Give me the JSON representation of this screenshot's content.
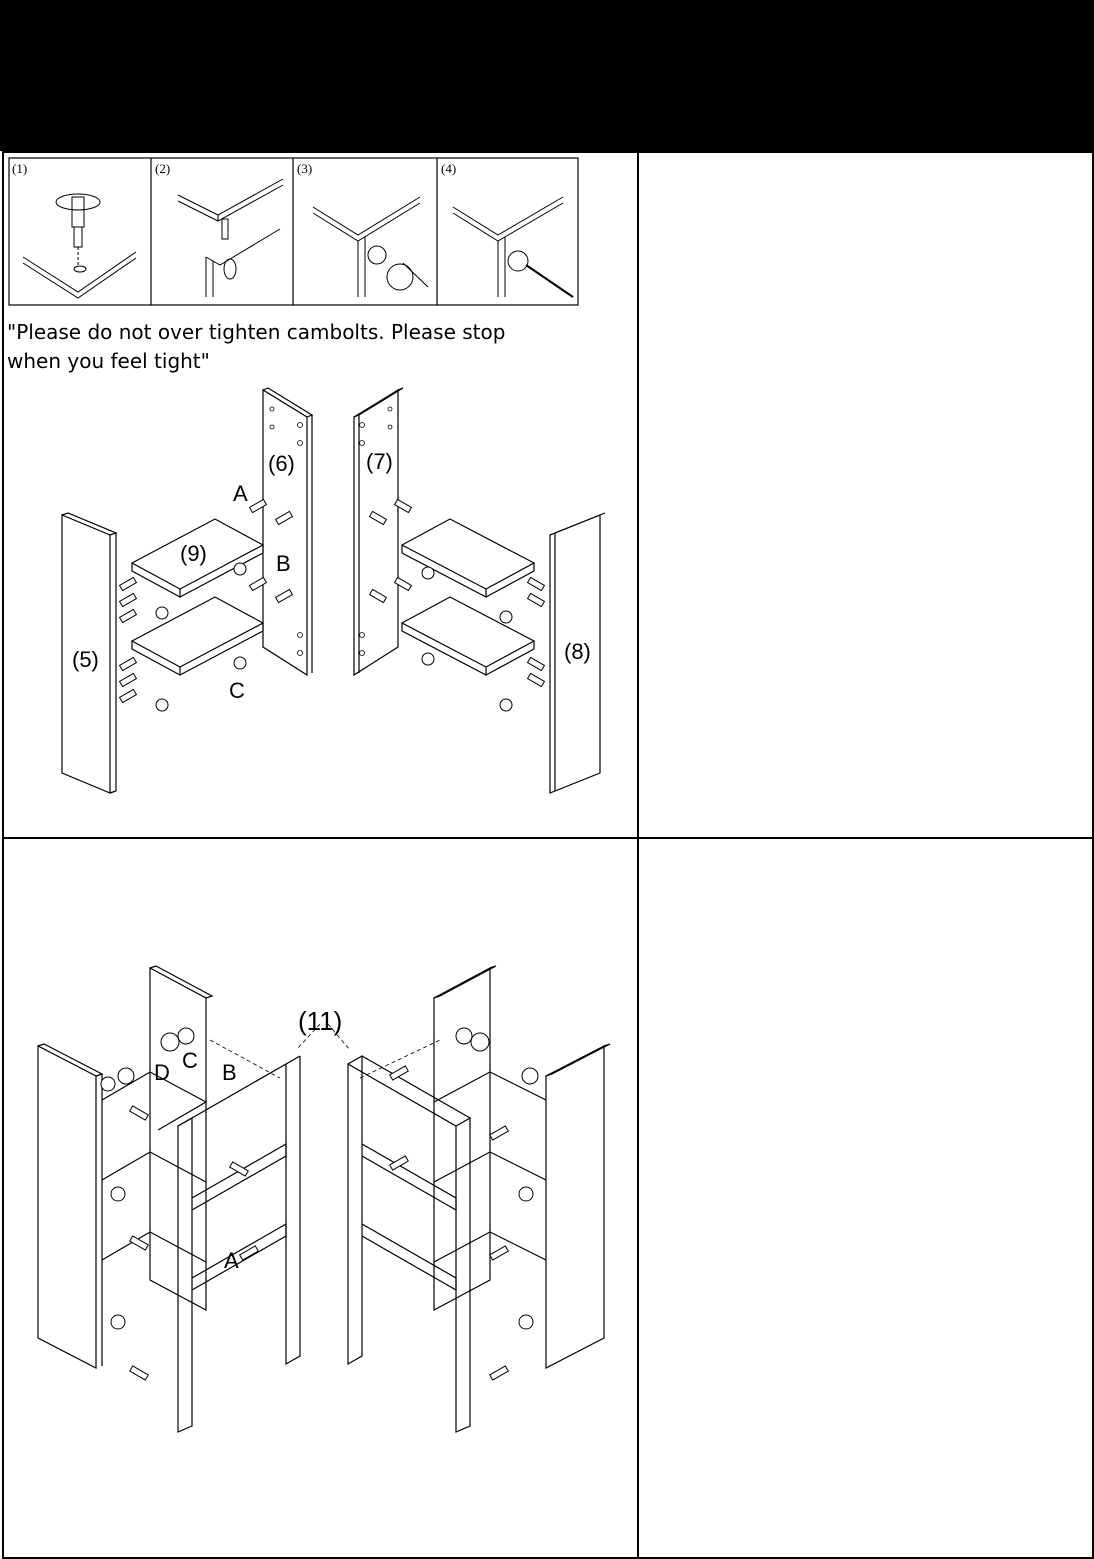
{
  "steps": [
    {
      "label": "(1)"
    },
    {
      "label": "(2)"
    },
    {
      "label": "(3)"
    },
    {
      "label": "(4)"
    }
  ],
  "note": {
    "line1": "\"Please do not over tighten cambolts. Please stop",
    "line2": "when you feel tight\""
  },
  "diagram1": {
    "labels": {
      "p6": "(6)",
      "p7": "(7)",
      "p9": "(9)",
      "p5": "(5)",
      "p8": "(8)",
      "a": "A",
      "b": "B",
      "c": "C"
    }
  },
  "diagram2": {
    "labels": {
      "p11": "(11)",
      "d": "D",
      "c": "C",
      "b": "B",
      "a": "A"
    }
  }
}
